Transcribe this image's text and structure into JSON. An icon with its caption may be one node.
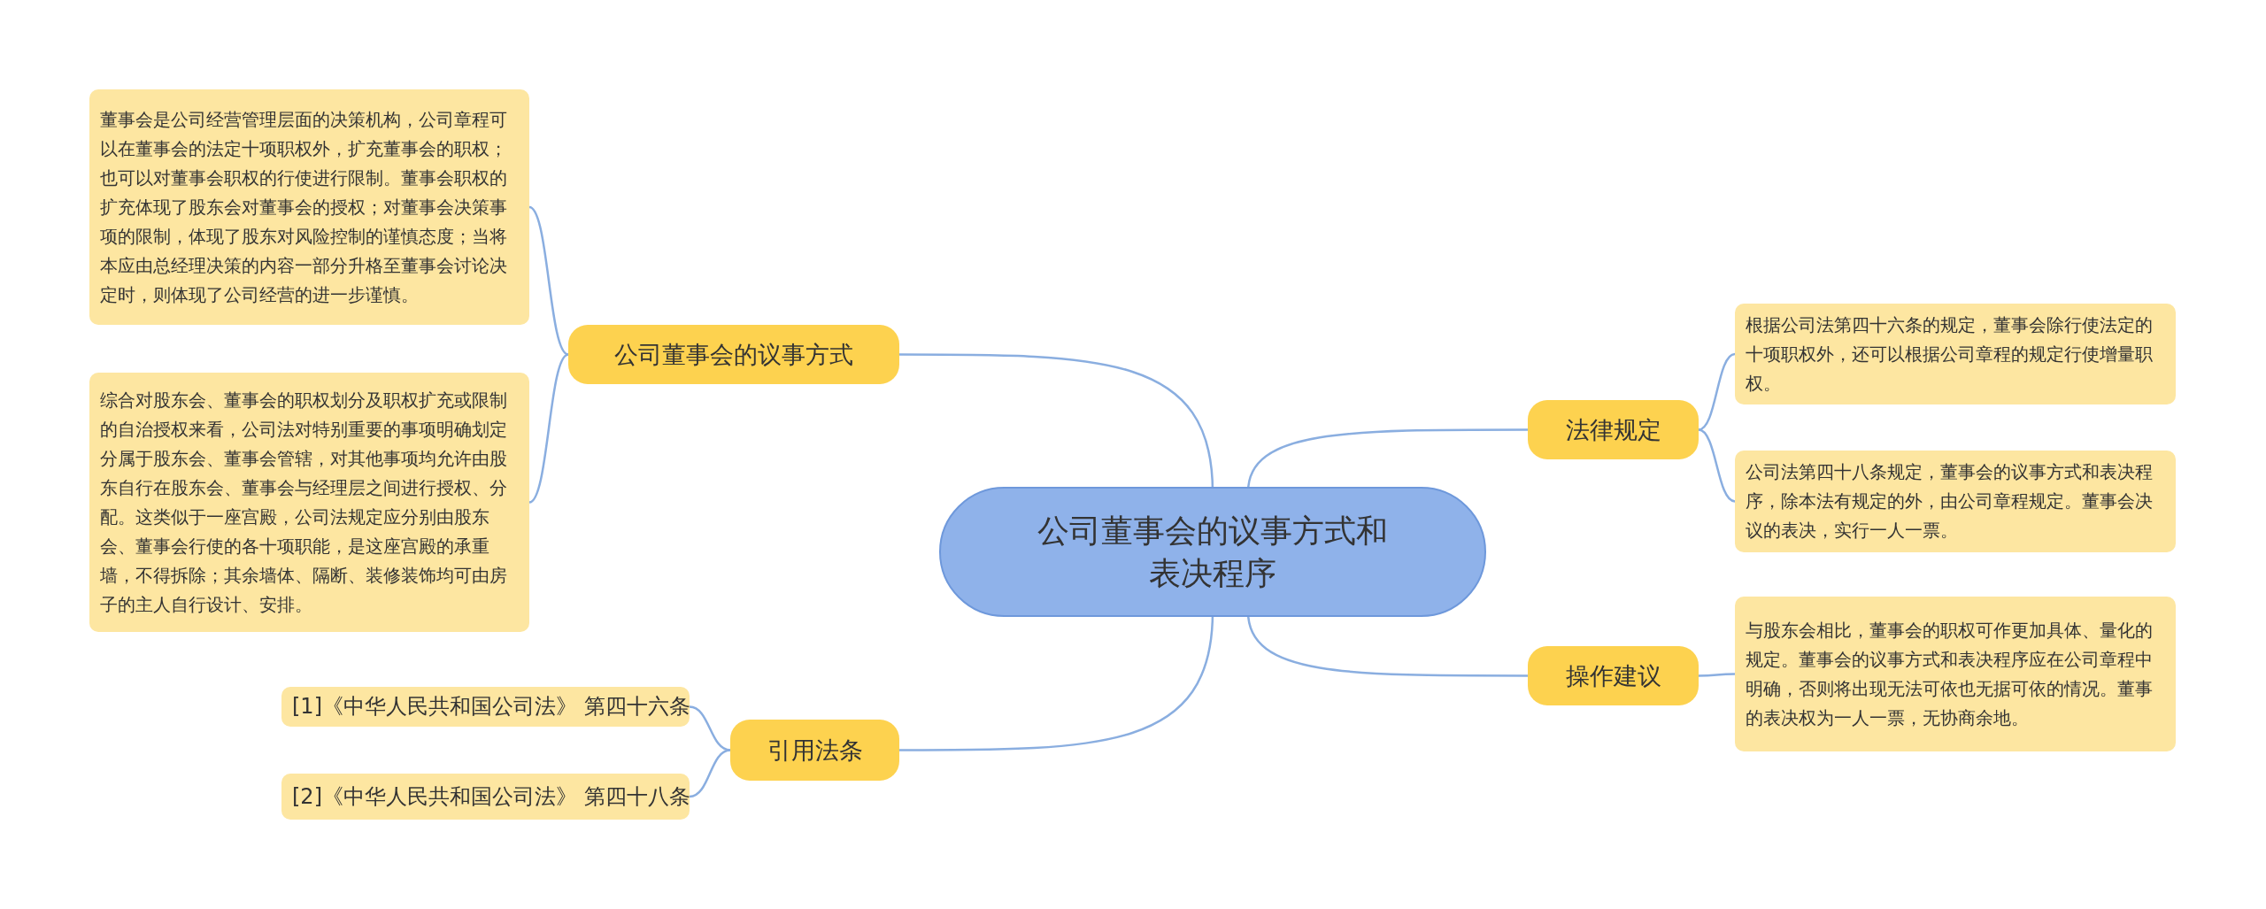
{
  "diagram": {
    "nodes": [
      {
        "text": [
          "公司董事会的议事方式和表决程序"
        ]
      },
      {
        "text": [
          "公司董事会的议事方式"
        ]
      },
      {
        "text": [
          "董事会是公司经营管理层面的决策机构，公司章程可以在董事会的法定十项职权外，扩充董事会的职权；也可以对董事会职权的行使进行限制。董事会职权的扩充体现了股东会对董事会的授权；对董事会决策事项的限制，体现了股东对风险控制的谨慎态度；当将本应由总经理决策的内容一部分升格至董事会讨论决定时，则体现了公司经营的进一步谨慎。"
        ]
      },
      {
        "text": [
          "综合对股东会、董事会的职权划分及职权扩充或限制的自治授权来看，公司法对特别重要的事项明确划定分属于股东会、董事会管辖，对其他事项均允许由股东自行在股东会、董事会与经理层之间进行授权、分配。这类似于一座宫殿，公司法规定应分别由股东会、董事会行使的各十项职能，是这座宫殿的承重墙，不得拆除；其余墙体、隔断、装修装饰均可由房子的主人自行设计、安排。"
        ]
      },
      {
        "text": [
          "法律规定"
        ]
      },
      {
        "text": [
          "根据公司法第四十六条的规定，董事会除行使法定的十项职权外，还可以根据公司章程的规定行使增量职权。"
        ]
      },
      {
        "text": [
          "公司法第四十八条规定，董事会的议事方式和表决程序，除本法有规定的外，由公司章程规定。董事会决议的表决，实行一人一票。"
        ]
      },
      {
        "text": [
          "操作建议"
        ]
      },
      {
        "text": [
          "与股东会相比，董事会的职权可作更加具体、量化的规定。董事会的议事方式和表决程序应在公司章程中明确，否则将出现无法可依也无据可依的情况。董事的表决权为一人一票，无协商余地。"
        ]
      },
      {
        "text": [
          "引用法条"
        ]
      },
      {
        "text": [
          "[1]《中华人民共和国公司法》 第四十六条"
        ]
      },
      {
        "text": [
          "[2]《中华人民共和国公司法》 第四十八条"
        ]
      }
    ],
    "edges": [
      {
        "from": 0,
        "to": 1,
        "arrow": "none"
      },
      {
        "from": 1,
        "to": 2,
        "arrow": "none"
      },
      {
        "from": 1,
        "to": 3,
        "arrow": "none"
      },
      {
        "from": 0,
        "to": 4,
        "arrow": "none"
      },
      {
        "from": 4,
        "to": 5,
        "arrow": "none"
      },
      {
        "from": 4,
        "to": 6,
        "arrow": "none"
      },
      {
        "from": 0,
        "to": 7,
        "arrow": "none"
      },
      {
        "from": 7,
        "to": 8,
        "arrow": "none"
      },
      {
        "from": 0,
        "to": 9,
        "arrow": "none"
      },
      {
        "from": 9,
        "to": 10,
        "arrow": "none"
      },
      {
        "from": 9,
        "to": 11,
        "arrow": "none"
      }
    ]
  }
}
